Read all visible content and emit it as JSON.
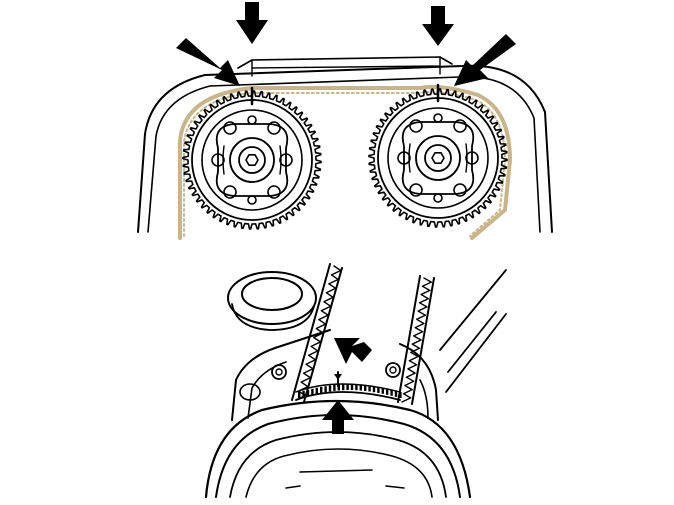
{
  "colors": {
    "line": "#000000",
    "belt": "#c8b58c",
    "background": "#ffffff",
    "arrow": "#000000"
  },
  "diagram": {
    "top_view": {
      "sprockets": [
        {
          "name": "left-camshaft-sprocket",
          "teeth": 56
        },
        {
          "name": "right-camshaft-sprocket",
          "teeth": 56
        }
      ],
      "arrows_count": 4
    },
    "bottom_view": {
      "crank_sprocket_teeth": 24,
      "arrows_count": 2
    }
  }
}
